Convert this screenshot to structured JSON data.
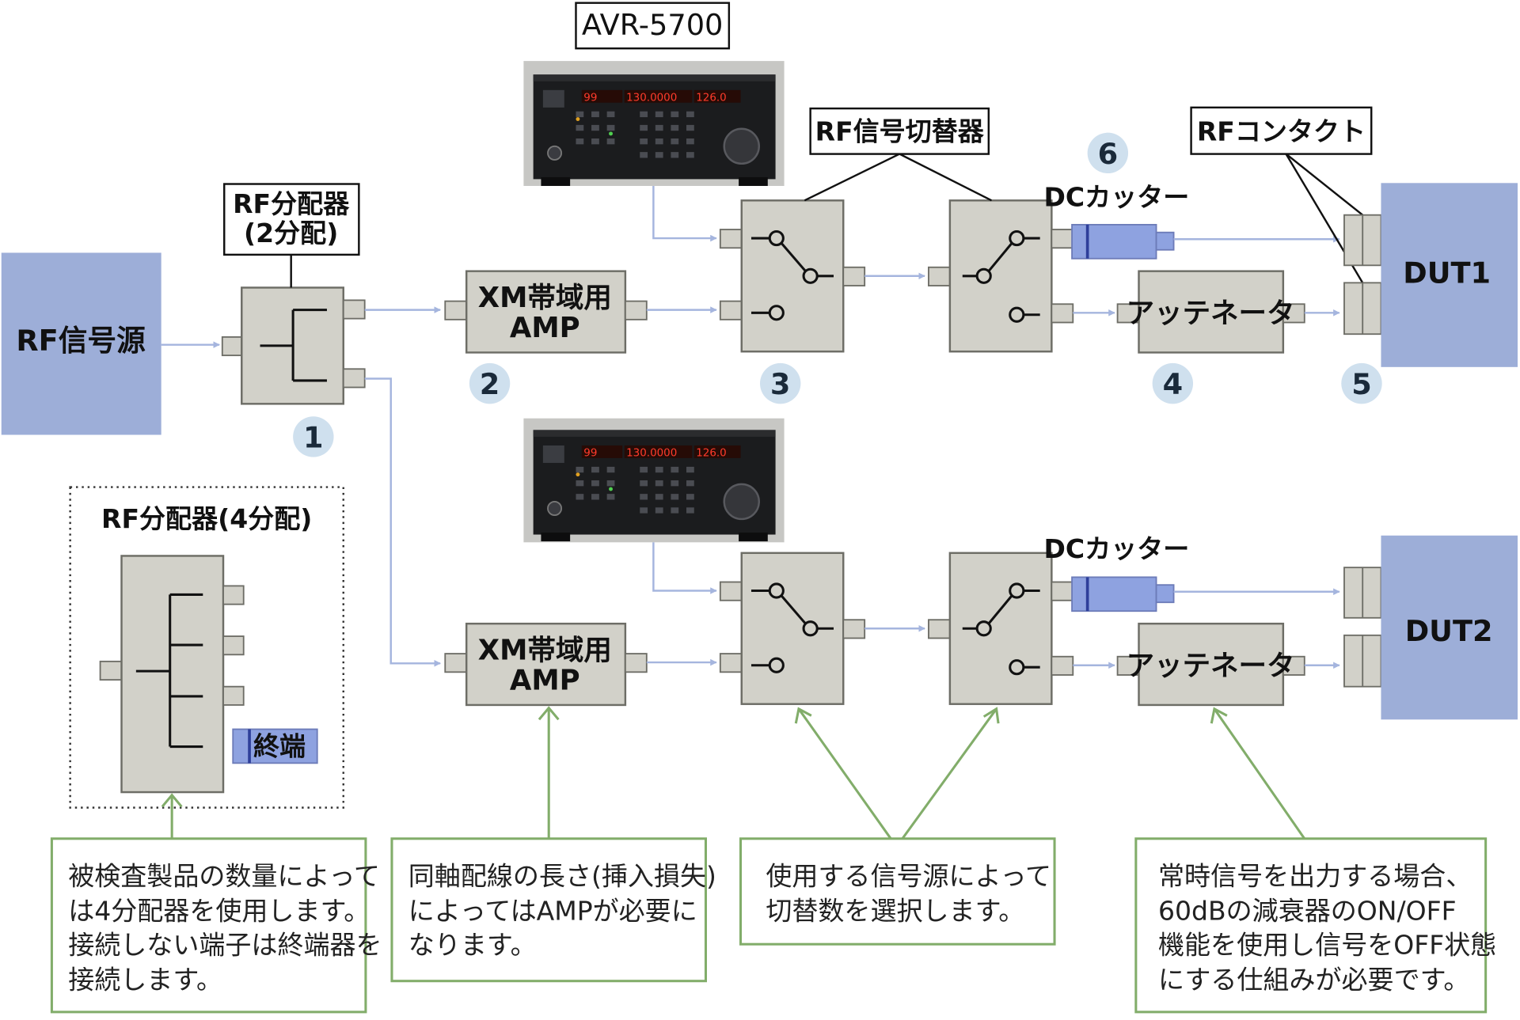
{
  "colors": {
    "source_blue": "#9daed8",
    "block_gray": "#d2d1c9",
    "block_border": "#6d6d66",
    "wire": "#a5b5de",
    "arrow": "#a5b5de",
    "cutter_blue": "#8ea2e0",
    "cutter_stripe": "#2e3f9a",
    "note_border": "#82ad6a",
    "note_arrow": "#82ad6a",
    "number_circle": "#cfe0ee"
  },
  "labels": {
    "rf_source": "RF信号源",
    "splitter2_line1": "RF分配器",
    "splitter2_line2": "(2分配)",
    "splitter4": "RF分配器(4分配)",
    "terminator": "終端",
    "avr_model": "AVR-5700",
    "rf_switch": "RF信号切替器",
    "rf_contact": "RFコンタクト",
    "dc_cutter_top": "DCカッター",
    "dc_cutter_bottom": "DCカッター",
    "amp_top_line1": "XM帯域用",
    "amp_top_line2": "AMP",
    "amp_bottom_line1": "XM帯域用",
    "amp_bottom_line2": "AMP",
    "attenuator_top": "アッテネータ",
    "attenuator_bottom": "アッテネータ",
    "dut1": "DUT1",
    "dut2": "DUT2"
  },
  "numbers": [
    "1",
    "2",
    "3",
    "4",
    "5",
    "6"
  ],
  "notes": [
    [
      "被検査製品の数量によって",
      "は4分配器を使用します。",
      "接続しない端子は終端器を",
      "接続します。"
    ],
    [
      "同軸配線の長さ(挿入損失)",
      "によってはAMPが必要に",
      "なります。"
    ],
    [
      "使用する信号源によって",
      "切替数を選択します。"
    ],
    [
      "常時信号を出力する場合、",
      "60dBの減衰器のON/OFF",
      "機能を使用し信号をOFF状態",
      "にする仕組みが必要です。"
    ]
  ],
  "device_display": {
    "left_readout": "99",
    "mid_readout": "130.0000",
    "right_readout": "126.0"
  }
}
